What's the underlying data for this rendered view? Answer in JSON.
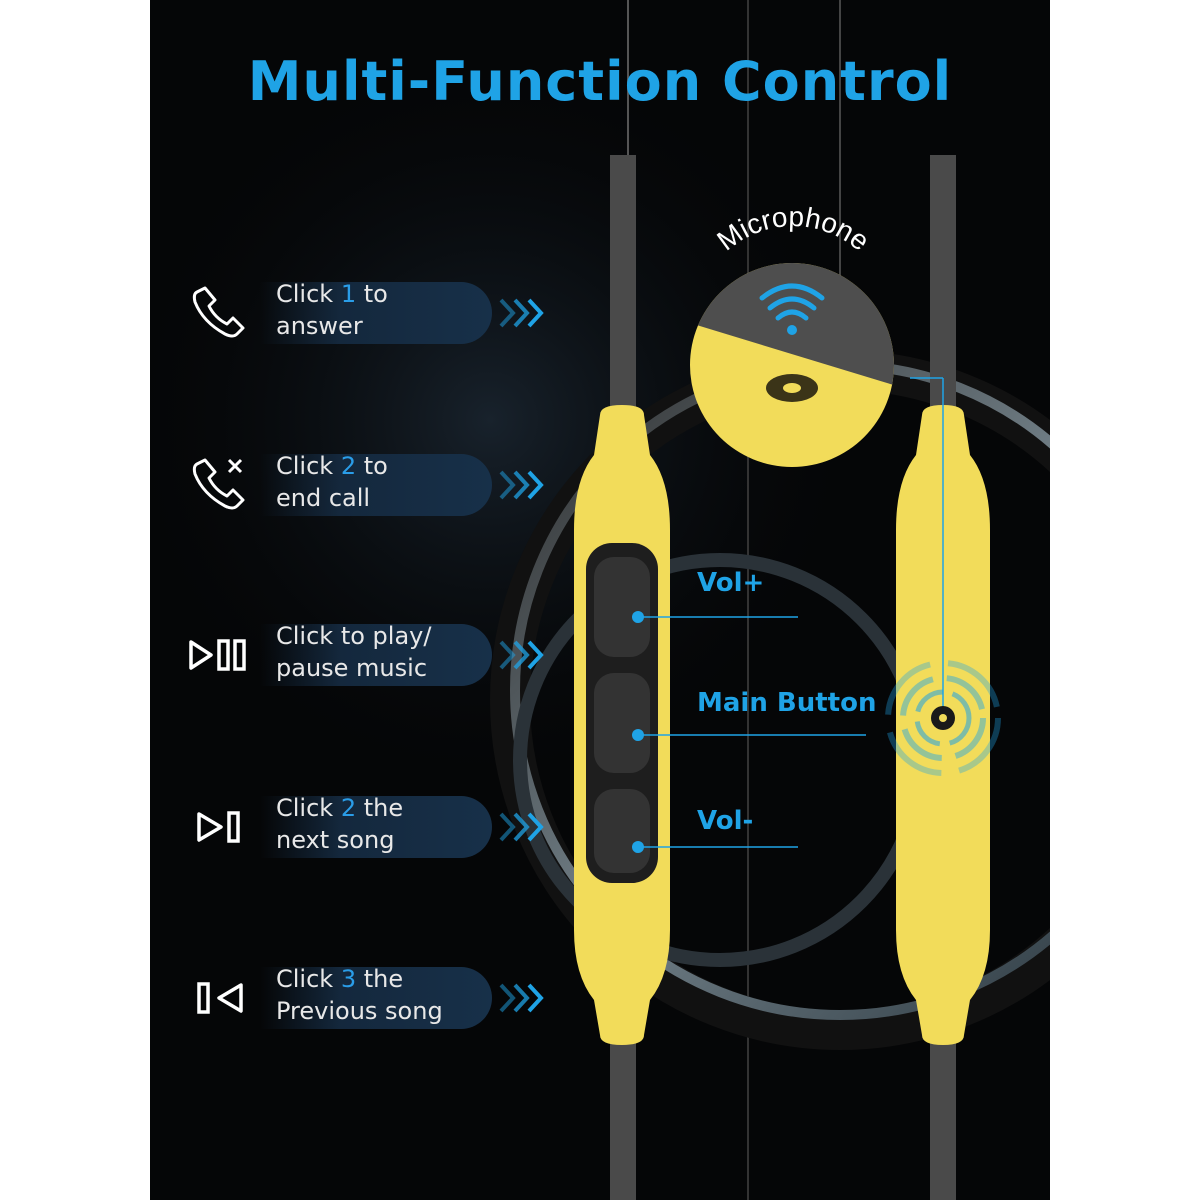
{
  "title": "Multi-Function Control",
  "accent_color": "#1fa3e6",
  "body_color": "#f2dc5a",
  "cable_color": "#4a4a4a",
  "rows": [
    {
      "icon": "phone-icon",
      "pre": "Click ",
      "num": "1",
      "post": " to",
      "line2": "answer"
    },
    {
      "icon": "phone-end-call-icon",
      "pre": "Click ",
      "num": "2",
      "post": " to",
      "line2": "end call"
    },
    {
      "icon": "play-pause-icon",
      "pre": "Click to play/",
      "num": "",
      "post": "",
      "line2": "pause music"
    },
    {
      "icon": "next-track-icon",
      "pre": "Click ",
      "num": "2",
      "post": " the",
      "line2": "next song"
    },
    {
      "icon": "previous-track-icon",
      "pre": "Click ",
      "num": "3",
      "post": " the",
      "line2": "Previous song"
    }
  ],
  "buttons": {
    "vol_up": "Vol+",
    "main": "Main Button",
    "vol_down": "Vol-"
  },
  "microphone_label": "Microphone"
}
